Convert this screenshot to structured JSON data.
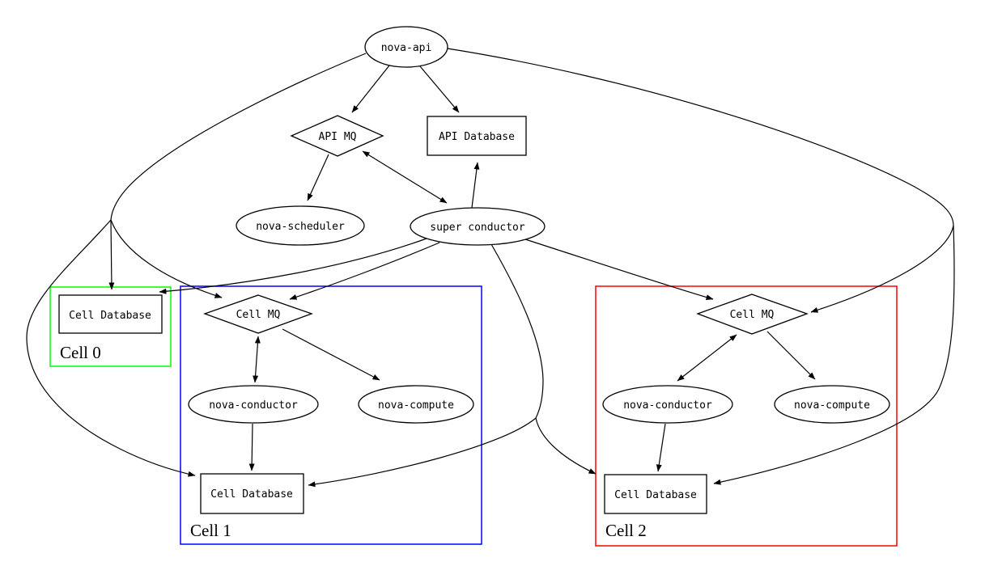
{
  "diagram": {
    "type": "graphviz-architecture-diagram",
    "background": "#ffffff"
  },
  "nodes": {
    "nova_api": {
      "label": "nova-api",
      "shape": "ellipse"
    },
    "api_mq": {
      "label": "API MQ",
      "shape": "diamond"
    },
    "api_db": {
      "label": "API Database",
      "shape": "box"
    },
    "nova_scheduler": {
      "label": "nova-scheduler",
      "shape": "ellipse"
    },
    "super_conductor": {
      "label": "super conductor",
      "shape": "ellipse"
    },
    "cell0_db": {
      "label": "Cell Database",
      "shape": "box"
    },
    "cell1_mq": {
      "label": "Cell MQ",
      "shape": "diamond"
    },
    "cell1_conductor": {
      "label": "nova-conductor",
      "shape": "ellipse"
    },
    "cell1_compute": {
      "label": "nova-compute",
      "shape": "ellipse"
    },
    "cell1_db": {
      "label": "Cell Database",
      "shape": "box"
    },
    "cell2_mq": {
      "label": "Cell MQ",
      "shape": "diamond"
    },
    "cell2_conductor": {
      "label": "nova-conductor",
      "shape": "ellipse"
    },
    "cell2_compute": {
      "label": "nova-compute",
      "shape": "ellipse"
    },
    "cell2_db": {
      "label": "Cell Database",
      "shape": "box"
    }
  },
  "clusters": {
    "cell0": {
      "label": "Cell 0",
      "color": "#00ff00"
    },
    "cell1": {
      "label": "Cell 1",
      "color": "#0000ff"
    },
    "cell2": {
      "label": "Cell 2",
      "color": "#ff0000"
    }
  },
  "edges": [
    {
      "from": "nova-api",
      "to": "API MQ"
    },
    {
      "from": "nova-api",
      "to": "API Database"
    },
    {
      "from": "API MQ",
      "to": "nova-scheduler"
    },
    {
      "from": "API MQ",
      "to": "super conductor",
      "bidirectional": true
    },
    {
      "from": "super conductor",
      "to": "API Database"
    },
    {
      "from": "nova-api",
      "to": "Cell Database",
      "cell": "Cell 0"
    },
    {
      "from": "nova-api",
      "to": "Cell MQ",
      "cell": "Cell 1"
    },
    {
      "from": "nova-api",
      "to": "Cell Database",
      "cell": "Cell 1"
    },
    {
      "from": "nova-api",
      "to": "Cell MQ",
      "cell": "Cell 2"
    },
    {
      "from": "nova-api",
      "to": "Cell Database",
      "cell": "Cell 2"
    },
    {
      "from": "super conductor",
      "to": "Cell Database",
      "cell": "Cell 0"
    },
    {
      "from": "super conductor",
      "to": "Cell MQ",
      "cell": "Cell 1"
    },
    {
      "from": "super conductor",
      "to": "Cell Database",
      "cell": "Cell 1"
    },
    {
      "from": "super conductor",
      "to": "Cell MQ",
      "cell": "Cell 2"
    },
    {
      "from": "super conductor",
      "to": "Cell Database",
      "cell": "Cell 2"
    },
    {
      "from": "Cell MQ",
      "to": "nova-conductor",
      "cell": "Cell 1",
      "bidirectional": true
    },
    {
      "from": "Cell MQ",
      "to": "nova-compute",
      "cell": "Cell 1"
    },
    {
      "from": "nova-conductor",
      "to": "Cell Database",
      "cell": "Cell 1"
    },
    {
      "from": "Cell MQ",
      "to": "nova-conductor",
      "cell": "Cell 2",
      "bidirectional": true
    },
    {
      "from": "Cell MQ",
      "to": "nova-compute",
      "cell": "Cell 2"
    },
    {
      "from": "nova-conductor",
      "to": "Cell Database",
      "cell": "Cell 2"
    }
  ]
}
